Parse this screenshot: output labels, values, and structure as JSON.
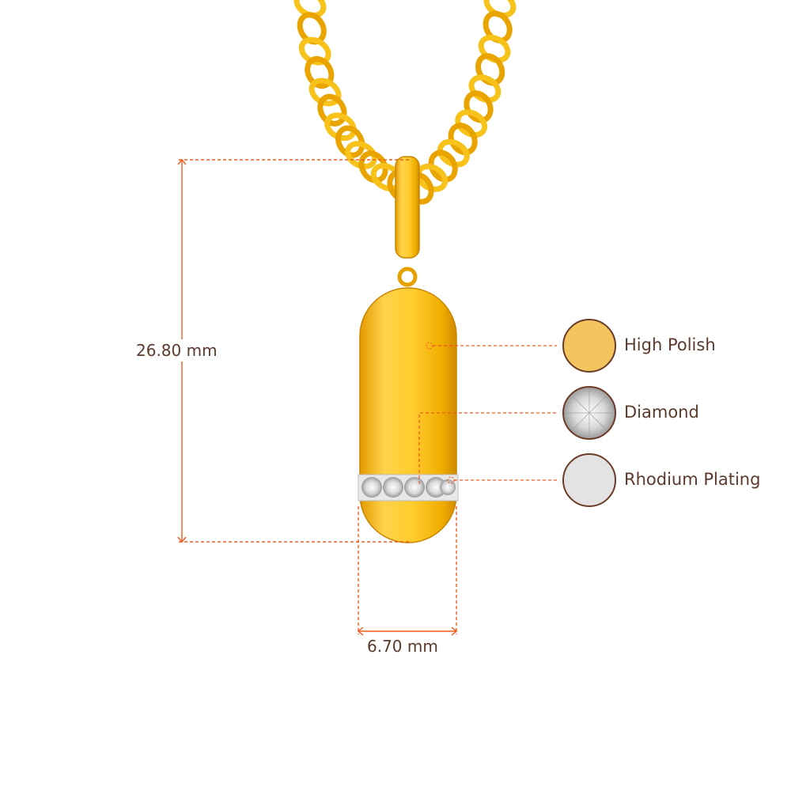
{
  "dimensions": {
    "height_label": "26.80 mm",
    "width_label": "6.70 mm"
  },
  "materials": [
    {
      "label": "High Polish",
      "swatch": "#f2c55e",
      "icon": "gold-swatch-icon"
    },
    {
      "label": "Diamond",
      "swatch": "#dcdcdc",
      "icon": "diamond-swatch-icon"
    },
    {
      "label": "Rhodium Plating",
      "swatch": "#e3e3e3",
      "icon": "rhodium-swatch-icon"
    }
  ],
  "colors": {
    "gold": "#f5b800",
    "gold_dark": "#d98f00",
    "dimension_line": "#f05a1e",
    "text": "#5a3a2c",
    "swatch_border": "#6b3b28"
  }
}
